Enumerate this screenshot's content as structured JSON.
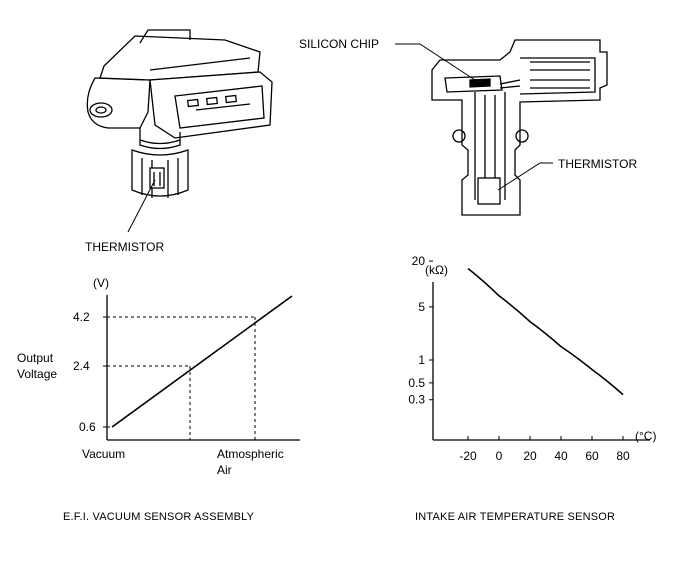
{
  "labels": {
    "thermistor_left": "THERMISTOR",
    "silicon_chip": "SILICON CHIP",
    "thermistor_right": "THERMISTOR"
  },
  "captions": {
    "left": "E.F.I. VACUUM SENSOR ASSEMBLY",
    "right": "INTAKE AIR TEMPERATURE SENSOR"
  },
  "chart_data": [
    {
      "type": "line",
      "title": "",
      "ylabel": "Output Voltage",
      "yunit": "(V)",
      "yticks": [
        "4.2",
        "2.4",
        "0.6"
      ],
      "xticks": [
        "Vacuum",
        "Atmospheric Air"
      ],
      "series": [
        {
          "points": [
            [
              "Vacuum",
              0.6
            ],
            [
              "",
              2.4
            ],
            [
              "Atmospheric Air",
              4.2
            ]
          ]
        }
      ],
      "reference_levels": [
        4.2,
        2.4,
        0.6
      ]
    },
    {
      "type": "line",
      "title": "",
      "yunit": "(kΩ)",
      "yscale": "log",
      "yticks": [
        "20",
        "5",
        "1",
        "0.5",
        "0.3"
      ],
      "xunit": "(°C)",
      "xticks": [
        "-20",
        "0",
        "20",
        "40",
        "60",
        "80"
      ],
      "series": [
        {
          "x": [
            -20,
            0,
            20,
            40,
            60,
            80
          ],
          "y": [
            16,
            7,
            3.2,
            1.5,
            0.75,
            0.35
          ]
        }
      ]
    }
  ]
}
